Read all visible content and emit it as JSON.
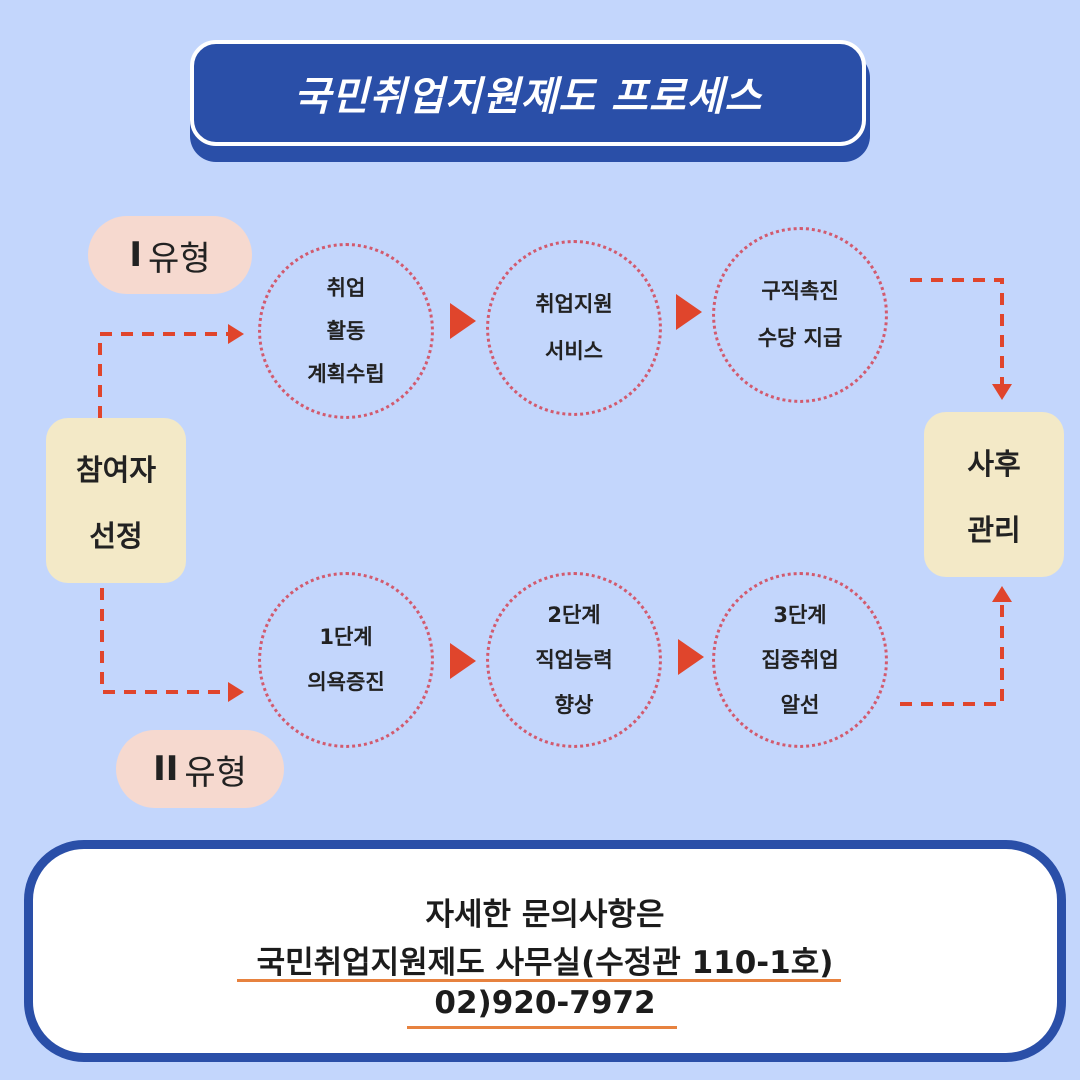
{
  "title": "국민취업지원제도 프로세스",
  "type1": {
    "roman": "I",
    "label": "유형"
  },
  "type2": {
    "roman": "II",
    "label": "유형"
  },
  "participant": {
    "line1": "참여자",
    "line2": "선정"
  },
  "aftercare": {
    "line1": "사후",
    "line2": "관리"
  },
  "type1_steps": [
    {
      "lines": [
        "취업",
        "활동",
        "계획수립"
      ]
    },
    {
      "lines": [
        "취업지원",
        "서비스"
      ]
    },
    {
      "lines": [
        "구직촉진",
        "수당 지급"
      ]
    }
  ],
  "type2_steps": [
    {
      "lines": [
        "1단계",
        "의욕증진"
      ]
    },
    {
      "lines": [
        "2단계",
        "직업능력",
        "향상"
      ]
    },
    {
      "lines": [
        "3단계",
        "집중취업",
        "알선"
      ]
    }
  ],
  "footer": {
    "line1": "자세한 문의사항은",
    "line2": "국민취업지원제도 사무실(수정관 110-1호)",
    "line3": "02)920-7972"
  },
  "colors": {
    "background": "#c3d6fc",
    "title_bg": "#2a4fa8",
    "arrow": "#e0452c",
    "circle_border": "#d25a6e",
    "side_box": "#f3e9c7",
    "type_label": "#f6d9cf",
    "underline": "#e7823f"
  }
}
